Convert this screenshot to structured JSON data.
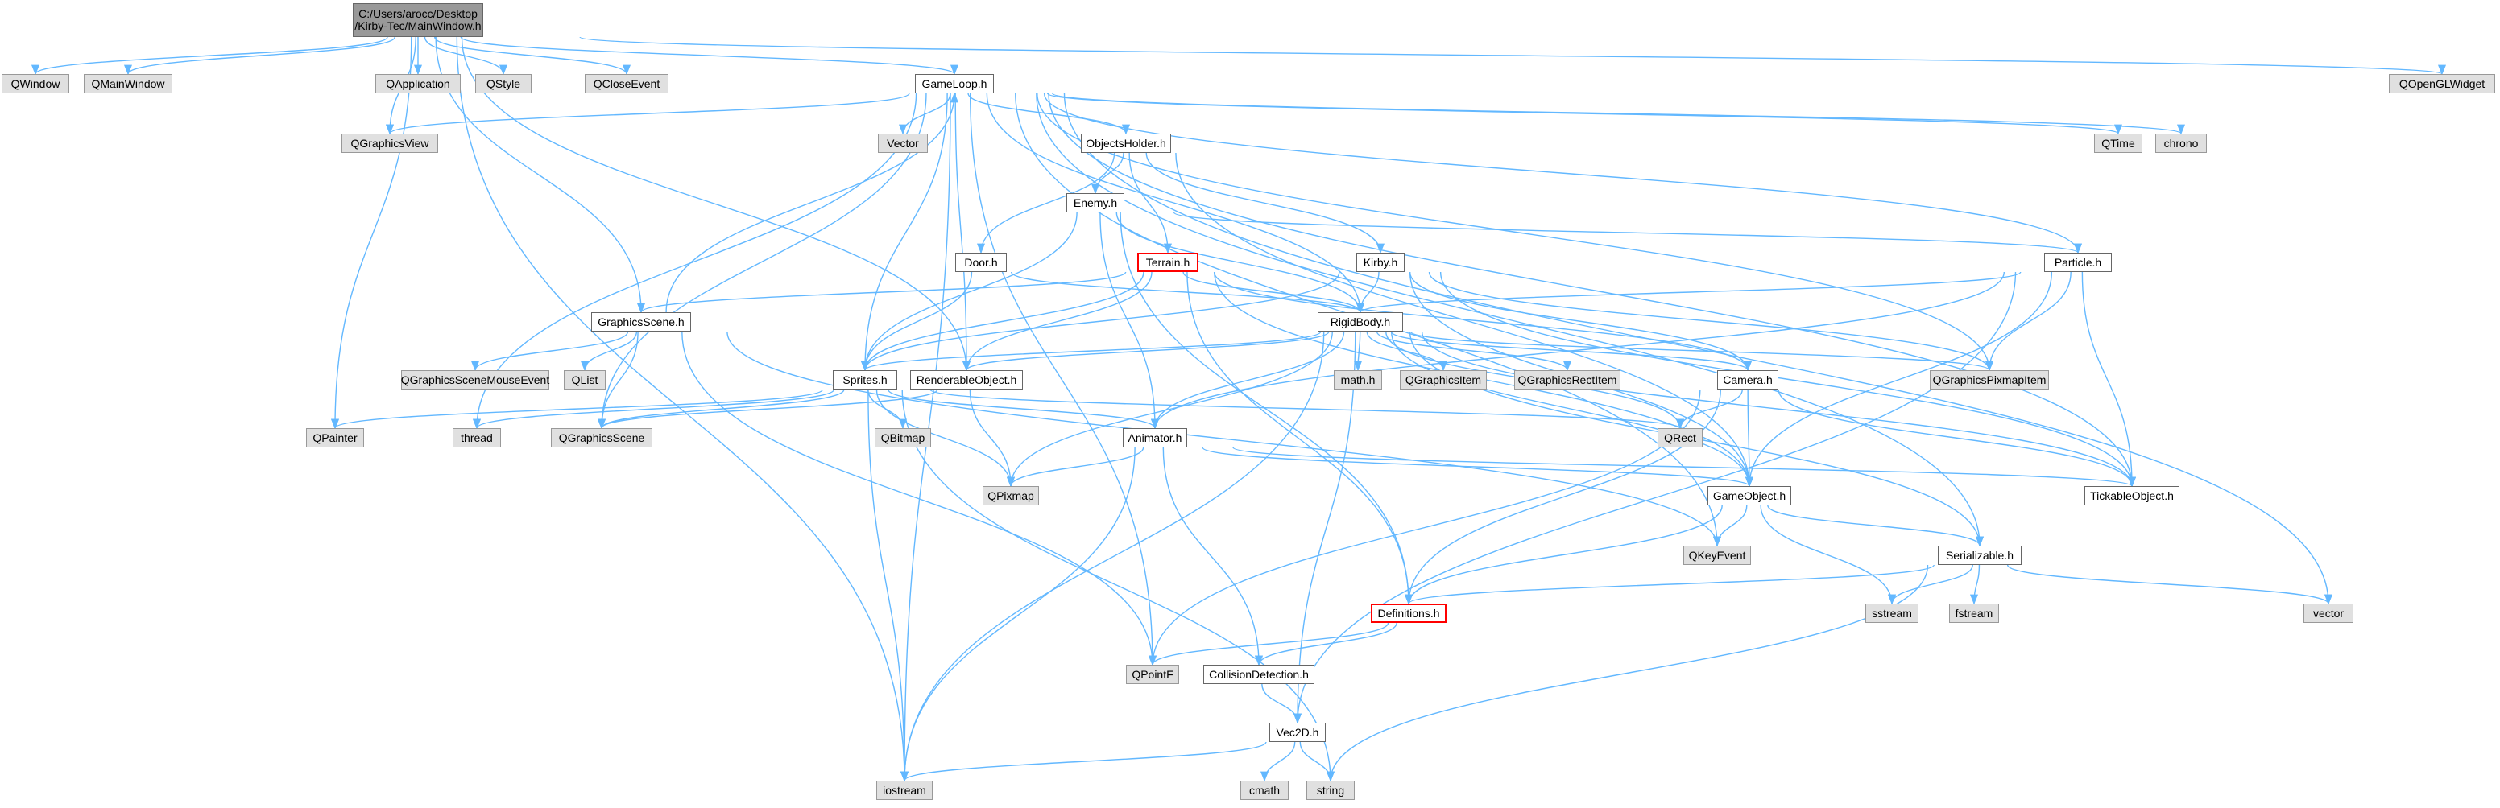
{
  "diagram": {
    "root": {
      "line1": "C:/Users/arocc/Desktop",
      "line2": "/Kirby-Tec/MainWindow.h"
    },
    "nodes": {
      "qwindow": "QWindow",
      "qmainwindow": "QMainWindow",
      "qapplication": "QApplication",
      "qstyle": "QStyle",
      "qcloseevent": "QCloseEvent",
      "gameloop": "GameLoop.h",
      "qopenglwidget": "QOpenGLWidget",
      "qgraphicsview": "QGraphicsView",
      "vector_cls": "Vector",
      "objectsholder": "ObjectsHolder.h",
      "qtime": "QTime",
      "chrono": "chrono",
      "enemy": "Enemy.h",
      "door": "Door.h",
      "terrain": "Terrain.h",
      "kirby": "Kirby.h",
      "particle": "Particle.h",
      "graphicsscene": "GraphicsScene.h",
      "rigidbody": "RigidBody.h",
      "qgsme": "QGraphicsSceneMouseEvent",
      "qlist": "QList",
      "sprites": "Sprites.h",
      "renderable": "RenderableObject.h",
      "mathh": "math.h",
      "qgraphicsitem": "QGraphicsItem",
      "qgraphicsrectitem": "QGraphicsRectItem",
      "camera": "Camera.h",
      "qgpixmapitem": "QGraphicsPixmapItem",
      "qpainter": "QPainter",
      "thread": "thread",
      "qgraphicsscene": "QGraphicsScene",
      "qbitmap": "QBitmap",
      "animator": "Animator.h",
      "qrect": "QRect",
      "qpixmap": "QPixmap",
      "gameobject": "GameObject.h",
      "tickable": "TickableObject.h",
      "qkeyevent": "QKeyEvent",
      "serializable": "Serializable.h",
      "definitions": "Definitions.h",
      "sstream": "sstream",
      "fstream": "fstream",
      "vector": "vector",
      "qpointf": "QPointF",
      "collision": "CollisionDetection.h",
      "vec2d": "Vec2D.h",
      "iostream": "iostream",
      "cmath": "cmath",
      "string": "string"
    }
  },
  "colors": {
    "edge": "#63b8ff",
    "internal_border": "#666666",
    "external_fill": "#e0e0e0",
    "root_fill": "#999999",
    "highlight": "#ff0000"
  }
}
